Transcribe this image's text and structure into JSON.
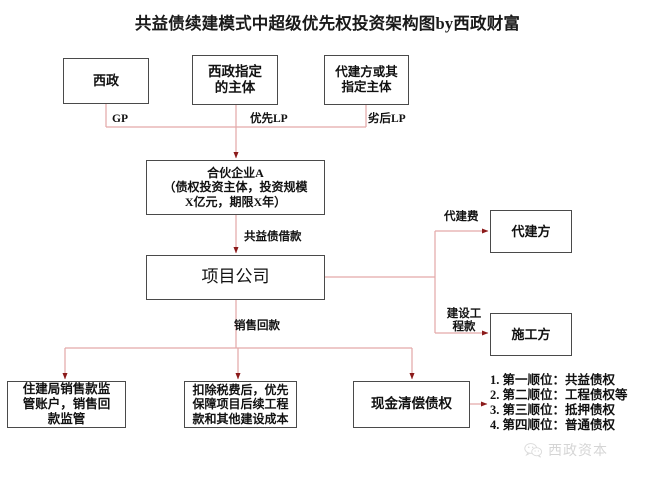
{
  "title": "共益债续建模式中超级优先权投资架构图by西政财富",
  "boxes": {
    "xizheng": "西政",
    "appointed_entity": "西政指定\n的主体",
    "agent_entity": "代建方或其\n指定主体",
    "partnership": "合伙企业A\n（债权投资主体，投资规模\nX亿元，期限X年）",
    "project_company": "项目公司",
    "construction_agent": "代建方",
    "builder": "施工方",
    "escrow_account": "住建局销售款监\n管账户，销售回\n款监管",
    "tax_priority": "扣除税费后，优先\n保障项目后续工程\n款和其他建设成本",
    "cash_repayment": "现金清偿债权"
  },
  "edge_labels": {
    "gp": "GP",
    "priority_lp": "优先LP",
    "subordinate_lp": "劣后LP",
    "public_interest_loan": "共益债借款",
    "sales_collection": "销售回款",
    "agent_fee": "代建费",
    "construction_payment": "建设工\n程款"
  },
  "priority_list": [
    "1. 第一顺位：共益债权",
    "2. 第二顺位：工程债权等",
    "3. 第三顺位：抵押债权",
    "4. 第四顺位：普通债权"
  ],
  "watermark": {
    "text": "西政资本",
    "icon": "wechat-icon"
  },
  "colors": {
    "connector": "#e3a9a9",
    "arrowhead": "#8b1a1a",
    "box_border": "#4a4a4a",
    "text": "#111111",
    "background": "#ffffff"
  }
}
